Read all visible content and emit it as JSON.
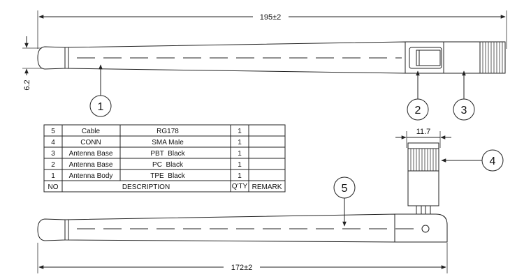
{
  "dimensions": {
    "top_length": "195±2",
    "diameter": "6.2",
    "bottom_length": "172±2",
    "connector_width": "11.7"
  },
  "callouts": [
    "1",
    "2",
    "3",
    "4",
    "5"
  ],
  "table": {
    "headers": [
      "NO",
      "DESCRIPTION",
      "Q'TY",
      "REMARK"
    ],
    "rows": [
      {
        "no": "5",
        "part": "Cable",
        "spec": "RG178",
        "qty": "1",
        "remark": ""
      },
      {
        "no": "4",
        "part": "CONN",
        "spec": "SMA Male",
        "qty": "1",
        "remark": ""
      },
      {
        "no": "3",
        "part": "Antenna Base",
        "spec": "PBT  Black",
        "qty": "1",
        "remark": ""
      },
      {
        "no": "2",
        "part": "Antenna Base",
        "spec": "PC  Black",
        "qty": "1",
        "remark": ""
      },
      {
        "no": "1",
        "part": "Antenna Body",
        "spec": "TPE  Black",
        "qty": "1",
        "remark": ""
      }
    ]
  }
}
